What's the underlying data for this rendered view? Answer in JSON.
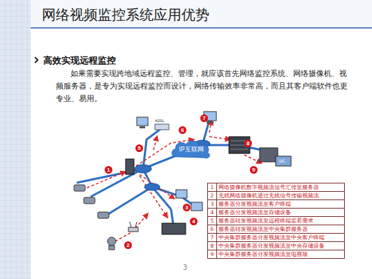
{
  "diagram": {
    "title": "网络视频监控系统应用优势",
    "nodes": [
      {
        "text": [
          "IP互联网"
        ]
      }
    ],
    "edges": [],
    "labels": [
      "高效实现远程监控",
      "如果需要实现跨地域远程监控、管理，就应该首先网络监控系统、网络摄像机、视频服务器，是专为实现远程监控而设计，网络传输效率非常高，而且其客户端软件也更专业、易用。",
      "ADSL",
      "DC",
      "1",
      "2",
      "3",
      "4",
      "5",
      "6",
      "7",
      "8",
      "9",
      "1",
      "网络摄像机数字视频流信号汇传至服务器",
      "2",
      "无线网络摄像机通过无线信号传输视频流",
      "3",
      "服务器分发视频流至客户终端",
      "4",
      "服务器分发视频流至存储设备",
      "5",
      "服务器转发视频流至远程终端监看需求",
      "6",
      "服务器转发视频流至中央集群服务器",
      "7",
      "中央集群服务器分发视频流至中央客户终端",
      "8",
      "中央集群服务器分发视频流至中央存储设备",
      "9",
      "中央集群服务器分发视频流至电视墙",
      "3"
    ]
  }
}
